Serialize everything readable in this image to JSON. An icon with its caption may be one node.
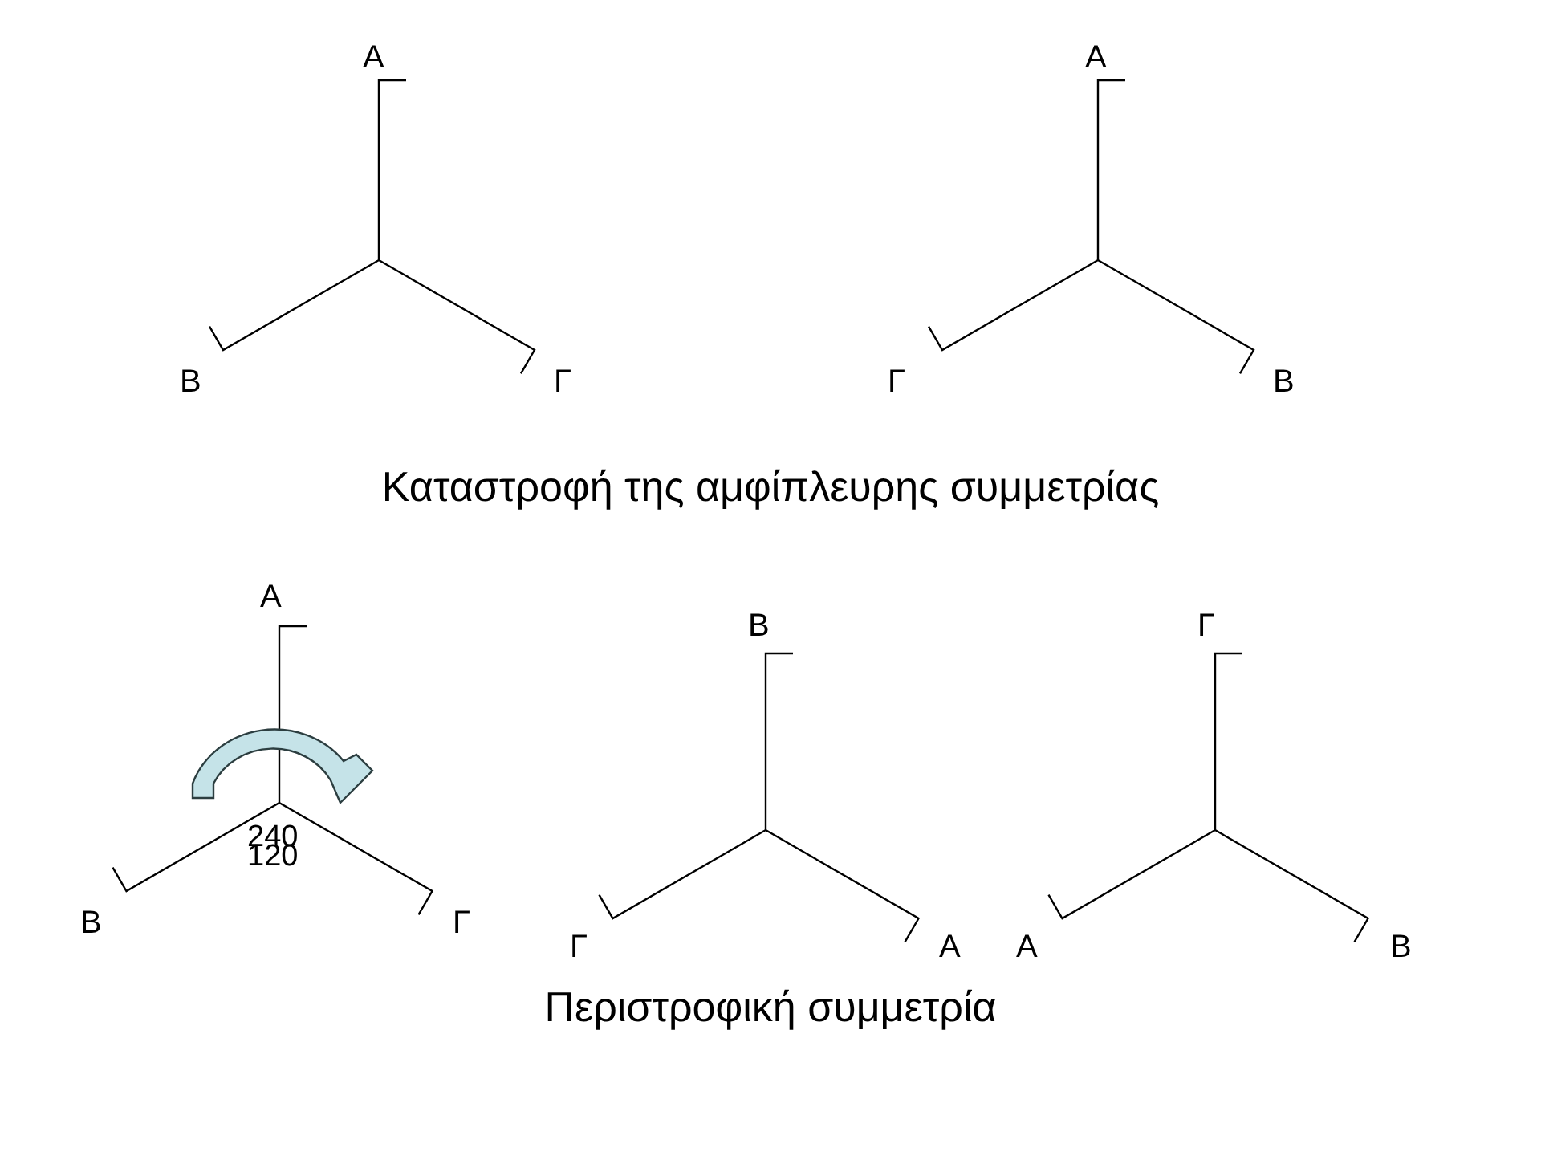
{
  "diagram": {
    "labels": [
      "Α",
      "Α",
      "Β",
      "Γ",
      "Γ",
      "Β",
      "Καταστροφή της αμφίπλευρης συμμετρίας",
      "Α",
      "Β",
      "Γ",
      "240",
      "120",
      "Β",
      "Γ",
      "Γ",
      "Α",
      "Α",
      "Β",
      "Περιστροφική συμμετρία"
    ]
  }
}
